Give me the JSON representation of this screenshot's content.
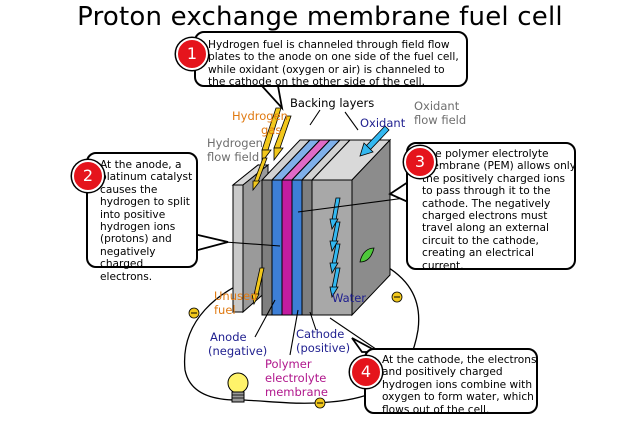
{
  "title": "Proton exchange membrane fuel cell",
  "steps": [
    {
      "number": "1",
      "text": "Hydrogen fuel is channeled through field flow plates to the anode on one side of the fuel cell, while oxidant (oxygen or air) is channeled to the cathode on the other side of the cell."
    },
    {
      "number": "2",
      "text": "At the anode, a platinum catalyst causes the hydrogen to split into positive hydrogen ions (protons) and negatively charged electrons."
    },
    {
      "number": "3",
      "text": "The polymer electrolyte membrane (PEM) allows only the positively charged ions to pass through it to the cathode. The negatively charged electrons must travel along an external circuit to the cathode, creating an electrical current."
    },
    {
      "number": "4",
      "text": "At the cathode, the electrons and positively charged hydrogen ions combine with oxygen to form water, which flows out of the cell."
    }
  ],
  "labels": {
    "backing_layers": "Backing layers",
    "hydrogen_gas_1": "Hydrogen",
    "hydrogen_gas_2": "gas",
    "oxidant": "Oxidant",
    "oxidant_flow_1": "Oxidant",
    "oxidant_flow_2": "flow field",
    "hydrogen_flow_1": "Hydrogen",
    "hydrogen_flow_2": "flow field",
    "unused_fuel_1": "Unused",
    "unused_fuel_2": "fuel",
    "water": "Water",
    "anode_1": "Anode",
    "anode_2": "(negative)",
    "cathode_1": "Cathode",
    "cathode_2": "(positive)",
    "polymer_1": "Polymer",
    "polymer_2": "electrolyte",
    "polymer_3": "membrane"
  },
  "colors": {
    "badge": "#e5141c",
    "hydrogen_arrow": "#f2c81c",
    "oxidant_arrow": "#33b8f0",
    "anode_layer": "#3d7fd6",
    "membrane_layer": "#c21ca0",
    "cathode_layer": "#3d7fd6",
    "plate": "#a8a8a8",
    "circuit_wire": "#000000",
    "bulb": "#fff36a",
    "load": "#4ec83a"
  },
  "icons": [
    "lightbulb-icon",
    "minus-terminal-icon",
    "plus-terminal-icon",
    "load-leaf-icon"
  ]
}
